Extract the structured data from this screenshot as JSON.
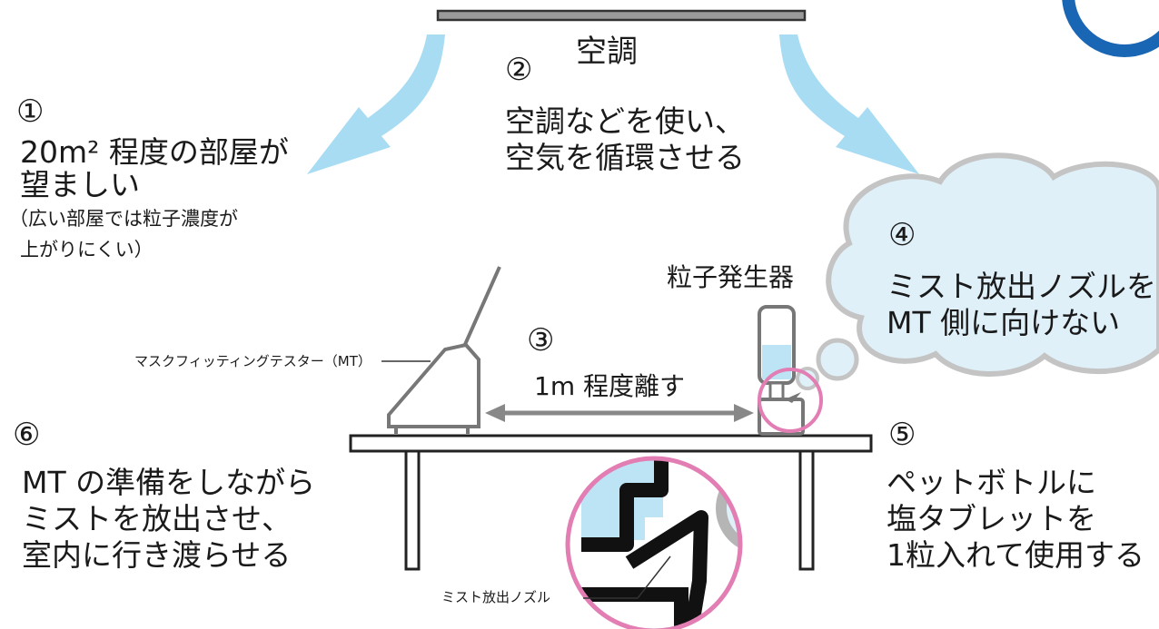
{
  "title": "空調",
  "steps": {
    "s1": {
      "number": "①",
      "line1": "20m² 程度の部屋が",
      "line2": "望ましい",
      "note1": "（広い部屋では粒子濃度が",
      "note2": "上がりにくい）"
    },
    "s2": {
      "number": "②",
      "line1": "空調などを使い、",
      "line2": "空気を循環させる"
    },
    "s3": {
      "number": "③",
      "line1": "1m 程度離す"
    },
    "s4": {
      "number": "④",
      "line1": "ミスト放出ノズルを",
      "line2": "MT 側に向けない"
    },
    "s5": {
      "number": "⑤",
      "line1": "ペットボトルに",
      "line2": "塩タブレットを",
      "line3": "1粒入れて使用する"
    },
    "s6": {
      "number": "⑥",
      "line1": "MT の準備をしながら",
      "line2": "ミストを放出させ、",
      "line3": "室内に行き渡らせる"
    }
  },
  "labels": {
    "tester": "マスクフィッティングテスター（MT）",
    "generator": "粒子発生器",
    "nozzle": "ミスト放出ノズル"
  },
  "colors": {
    "airflow": "#a8dcf3",
    "highlight": "#e27eb3",
    "cloud_fill": "#dff0f9",
    "cloud_stroke": "#c4c4c4",
    "liquid": "#bde4f5",
    "logo": "#1866b4"
  }
}
